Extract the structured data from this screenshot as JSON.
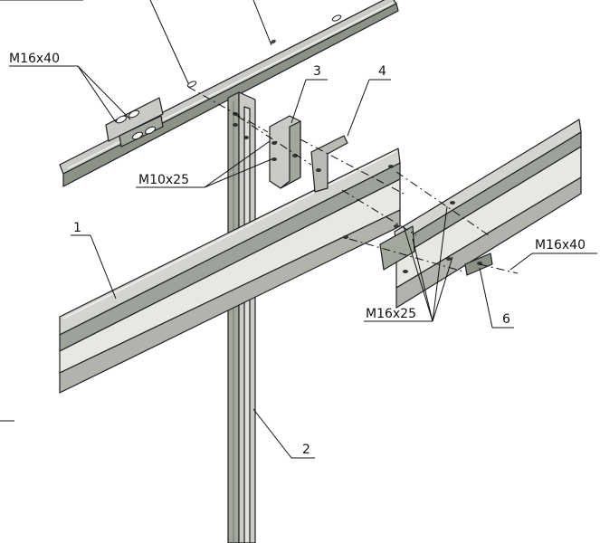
{
  "drawing": {
    "callouts": {
      "part_1": "1",
      "part_2": "2",
      "part_3": "3",
      "part_4": "4",
      "part_6": "6",
      "bolt_m16x40_left": "M16x40",
      "bolt_m10x25": "M10x25",
      "bolt_m16x25": "M16x25",
      "bolt_m16x40_right": "M16x40"
    },
    "colors": {
      "steel_light": "#c9ccc6",
      "steel_mid": "#a3a89f",
      "steel_dark": "#6f756d",
      "steel_highlight": "#e6e9e3",
      "outline": "#1e1e1e"
    }
  }
}
